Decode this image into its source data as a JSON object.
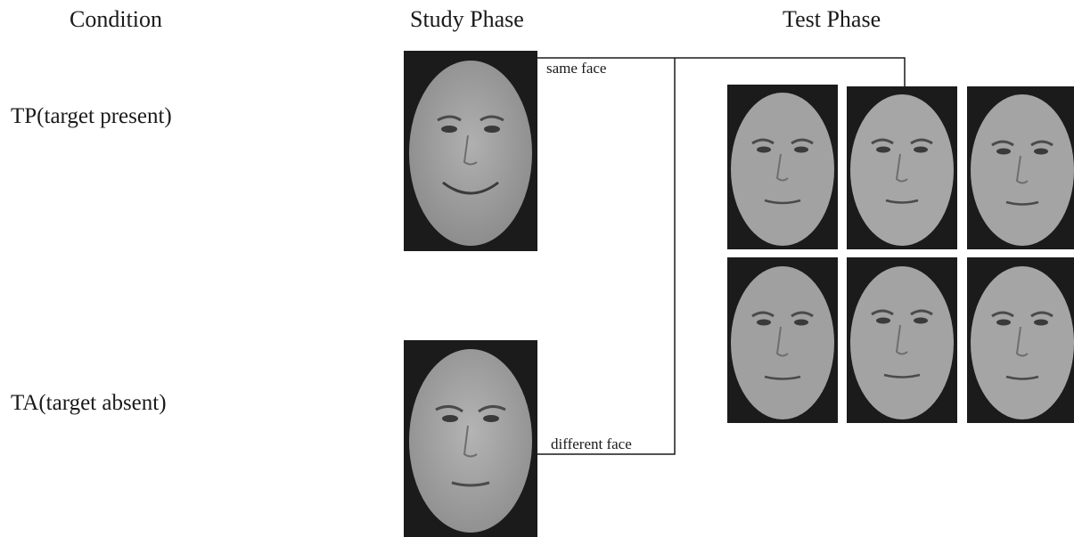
{
  "headers": {
    "condition": "Condition",
    "study_phase": "Study Phase",
    "test_phase": "Test Phase"
  },
  "conditions": {
    "tp": "TP(target present)",
    "ta": "TA(target absent)"
  },
  "links": {
    "same": "same face",
    "different": "different face"
  },
  "colors": {
    "photo_background": "#1b1b1b",
    "face_fill": "#9a9a9a",
    "line": "#1a1a1a"
  }
}
